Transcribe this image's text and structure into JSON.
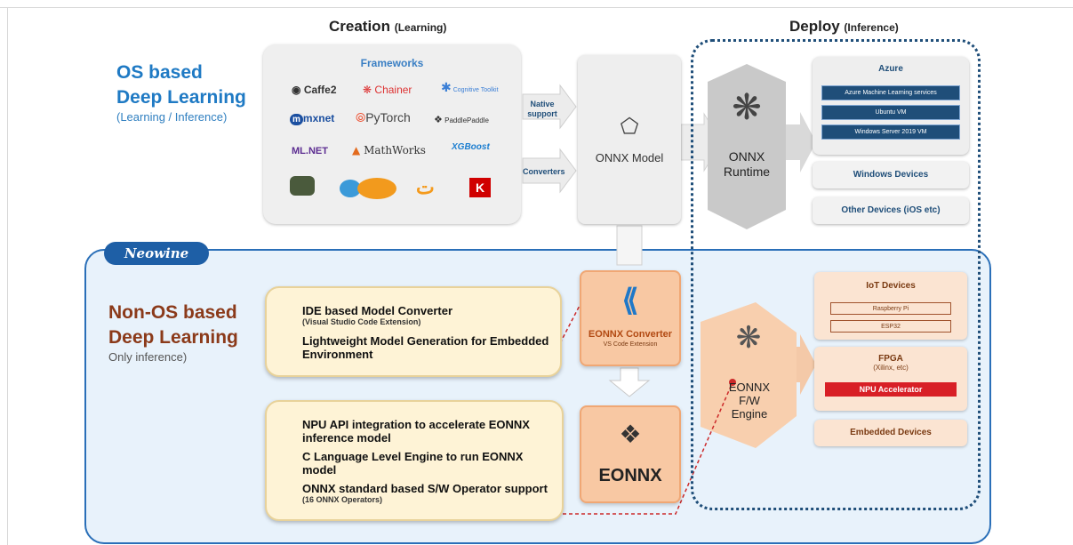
{
  "headers": {
    "creation": "Creation",
    "creation_sub": "(Learning)",
    "deploy": "Deploy",
    "deploy_sub": "(Inference)"
  },
  "os_section": {
    "title_line1": "OS based",
    "title_line2": "Deep Learning",
    "subtitle": "(Learning / Inference)"
  },
  "non_os_section": {
    "brand": "Neowine",
    "title_line1": "Non-OS based",
    "title_line2": "Deep Learning",
    "subtitle": "Only inference)"
  },
  "frameworks": {
    "title": "Frameworks",
    "logos": [
      "Caffe2",
      "Chainer",
      "Cognitive Toolkit",
      "mxnet",
      "PyTorch",
      "PaddlePaddle",
      "ML.NET",
      "MathWorks",
      "XGBoost",
      "Keras"
    ]
  },
  "arrows": {
    "native_support": "Native support",
    "converters": "Converters"
  },
  "onnx_model": {
    "label": "ONNX Model"
  },
  "onnx_runtime": {
    "line1": "ONNX",
    "line2": "Runtime"
  },
  "azure": {
    "title": "Azure",
    "items": [
      "Azure Machine Learning services",
      "Ubuntu VM",
      "Windows Server 2019 VM"
    ]
  },
  "windows_devices": "Windows Devices",
  "other_devices": "Other Devices (iOS etc)",
  "ide_box": {
    "title1": "IDE based Model Converter",
    "sub1": "(Visual Studio Code Extension)",
    "title2": "Lightweight Model Generation for Embedded Environment"
  },
  "npu_box": {
    "item1": "NPU API integration to accelerate EONNX inference model",
    "item2": "C Language Level Engine to run EONNX model",
    "item3": "ONNX standard based S/W Operator support",
    "item3_sub": "(16 ONNX Operators)"
  },
  "eonnx_converter": {
    "title": "EONNX Converter",
    "sub": "VS Code Extension"
  },
  "eonnx": {
    "label": "EONNX"
  },
  "fw_engine": {
    "line1": "EONNX",
    "line2": "F/W",
    "line3": "Engine"
  },
  "iot": {
    "title": "IoT Devices",
    "items": [
      "Raspberry Pi",
      "ESP32"
    ]
  },
  "fpga": {
    "title": "FPGA",
    "sub": "(Xilinx, etc)",
    "npu": "NPU Accelerator"
  },
  "embedded_devices": "Embedded Devices",
  "colors": {
    "os_blue": "#1f7ac4",
    "non_os_brown": "#8b3a1a",
    "npu_red": "#d81f26",
    "navy": "#1f4e79",
    "dotted_border": "#1f4e79"
  }
}
